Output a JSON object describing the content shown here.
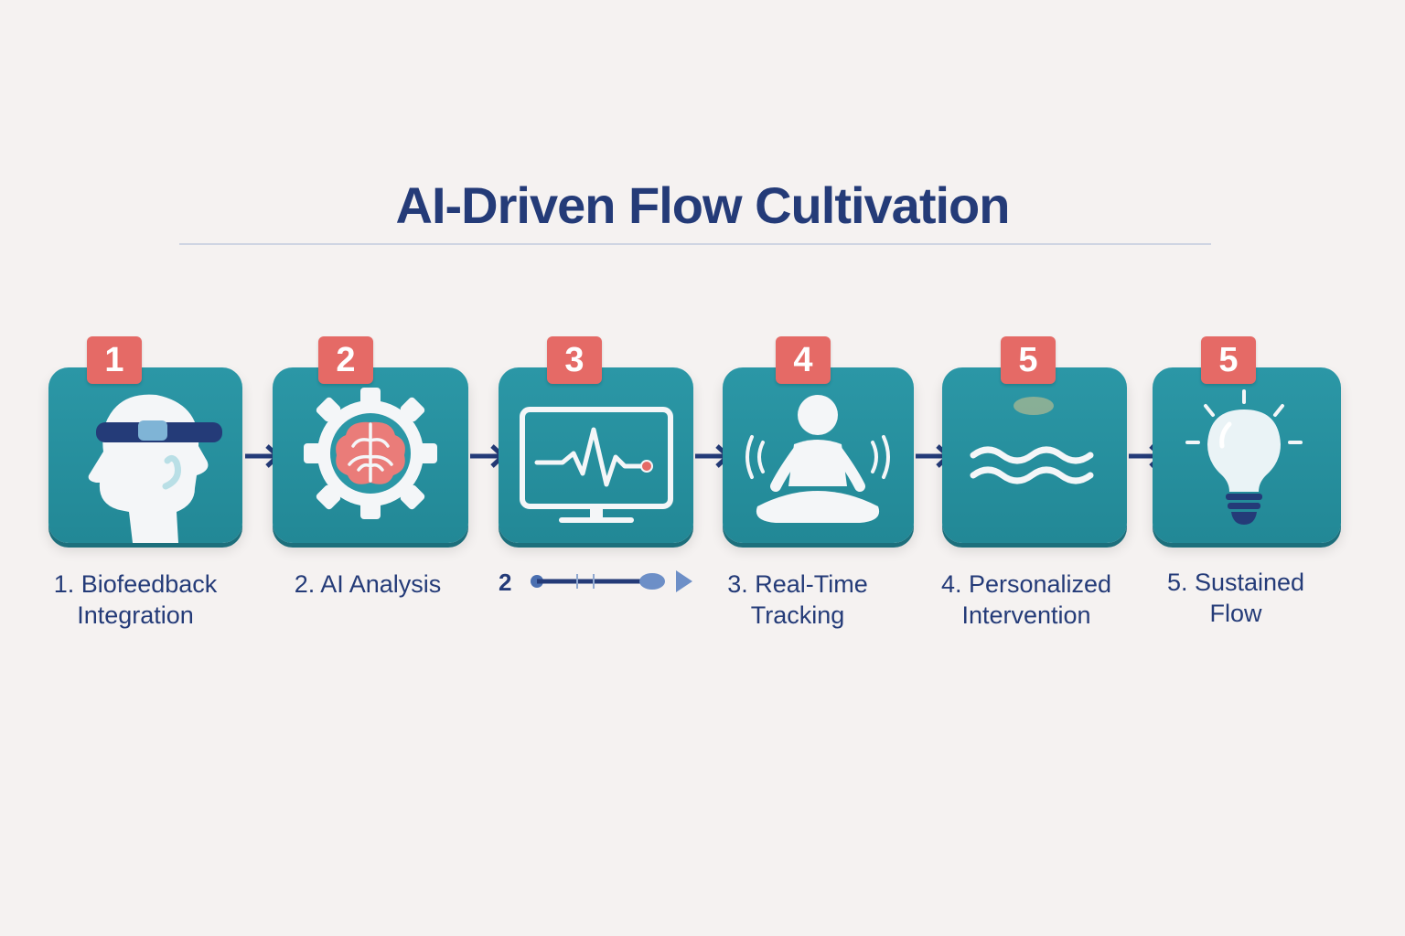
{
  "title": "AI-Driven Flow Cultivation",
  "steps": [
    {
      "badge": "1",
      "label_line1": "1. Biofeedback",
      "label_line2": "Integration",
      "icon": "head-with-headband-icon"
    },
    {
      "badge": "2",
      "label_line1": "2. AI Analysis",
      "label_line2": "",
      "icon": "brain-gear-icon"
    },
    {
      "badge": "3",
      "label_line1": "",
      "label_line2": "",
      "icon": "monitor-heartbeat-icon"
    },
    {
      "badge": "4",
      "label_line1": "3. Real-Time",
      "label_line2": "Tracking",
      "icon": "meditation-person-icon"
    },
    {
      "badge": "5",
      "label_line1": "4. Personalized",
      "label_line2": "Intervention",
      "icon": "waves-icon"
    },
    {
      "badge": "5",
      "label_line1": "5. Sustained",
      "label_line2": "Flow",
      "icon": "lightbulb-icon"
    }
  ],
  "connector": {
    "number": "2"
  },
  "colors": {
    "tile": "#2b97a6",
    "badge": "#e56a66",
    "text": "#243b78",
    "arrow": "#243b78",
    "background": "#f5f2f1"
  }
}
